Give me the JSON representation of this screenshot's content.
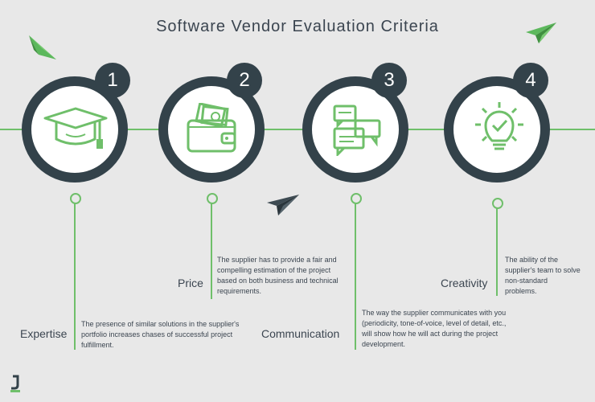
{
  "title": "Software Vendor Evaluation Criteria",
  "colors": {
    "accent": "#6fbf6a",
    "dark": "#33424a",
    "background": "#e8e8e8"
  },
  "logo_letter": "J",
  "steps": [
    {
      "number": "1",
      "label": "Expertise",
      "icon": "graduation-cap-icon",
      "description": "The presence of similar solutions in the supplier's portfolio increases chases of successful project fulfillment."
    },
    {
      "number": "2",
      "label": "Price",
      "icon": "wallet-icon",
      "description": "The supplier has to provide a fair and compelling estimation of the project based on both business and technical requirements."
    },
    {
      "number": "3",
      "label": "Communication",
      "icon": "chat-bubbles-icon",
      "description": "The way the supplier communicates with you (periodicity, tone-of-voice, level of detail, etc., will show how he will act during the project development."
    },
    {
      "number": "4",
      "label": "Creativity",
      "icon": "lightbulb-icon",
      "description": "The ability of the supplier's team to solve non-standard problems."
    }
  ]
}
